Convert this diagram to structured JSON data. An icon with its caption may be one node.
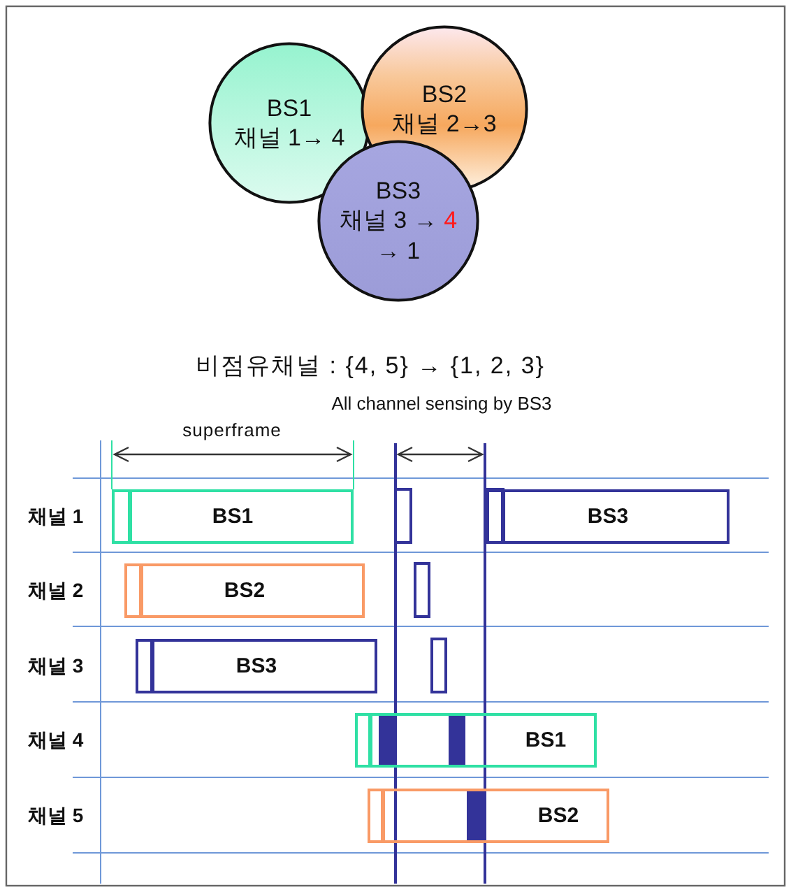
{
  "diagram": {
    "nodes": [
      {
        "text": [
          "BS1",
          "채널 1→ 4"
        ]
      },
      {
        "text": [
          "BS2",
          "채널 2→3"
        ]
      },
      {
        "text": [
          "BS3",
          "채널 3 → **4** → 1"
        ]
      },
      {
        "text": [
          "BS1"
        ]
      },
      {
        "text": [
          "BS3"
        ]
      },
      {
        "text": [
          "BS2"
        ]
      },
      {
        "text": [
          "BS3"
        ]
      },
      {
        "text": [
          "BS1"
        ]
      },
      {
        "text": [
          "BS2"
        ]
      }
    ],
    "labels": [
      "비점유채널 : {4, 5} → {1, 2, 3}",
      "All channel sensing by BS3",
      "superframe",
      "채널 1",
      "채널 2",
      "채널 3",
      "채널 4",
      "채널 5"
    ]
  }
}
